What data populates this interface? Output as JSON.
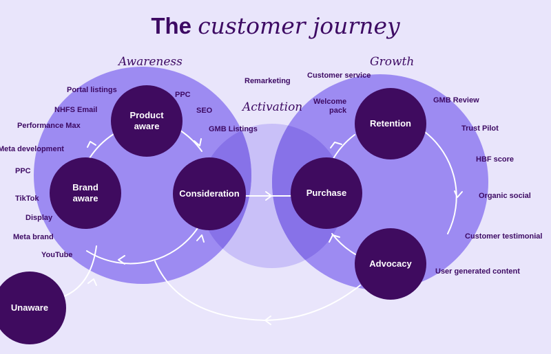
{
  "title": {
    "bold": "The",
    "italic": "customer journey"
  },
  "sections": {
    "awareness": "Awareness",
    "activation": "Activation",
    "growth": "Growth"
  },
  "stages": {
    "product_aware": "Product\naware",
    "brand_aware": "Brand\naware",
    "consideration": "Consideration",
    "purchase": "Purchase",
    "retention": "Retention",
    "advocacy": "Advocacy",
    "unaware": "Unaware"
  },
  "awareness_channels": [
    "Portal listings",
    "NHFS Email",
    "Performance Max",
    "Meta development",
    "PPC",
    "TikTok",
    "Display",
    "Meta brand",
    "YouTube"
  ],
  "consideration_channels": [
    "PPC",
    "SEO",
    "GMB Listings"
  ],
  "activation_channels": [
    "Remarketing"
  ],
  "growth_channels": [
    "Customer service",
    "Welcome\npack",
    "GMB Review",
    "Trust Pilot",
    "HBF score",
    "Organic social",
    "Customer testimonial",
    "User generated content"
  ],
  "colors": {
    "background": "#e9e5fb",
    "circle_fill": "#9d8bf2",
    "overlap_fill": "#c9c0f8",
    "node_fill": "#3f0b5f",
    "text": "#3d0a63",
    "arrow": "#ffffff"
  }
}
